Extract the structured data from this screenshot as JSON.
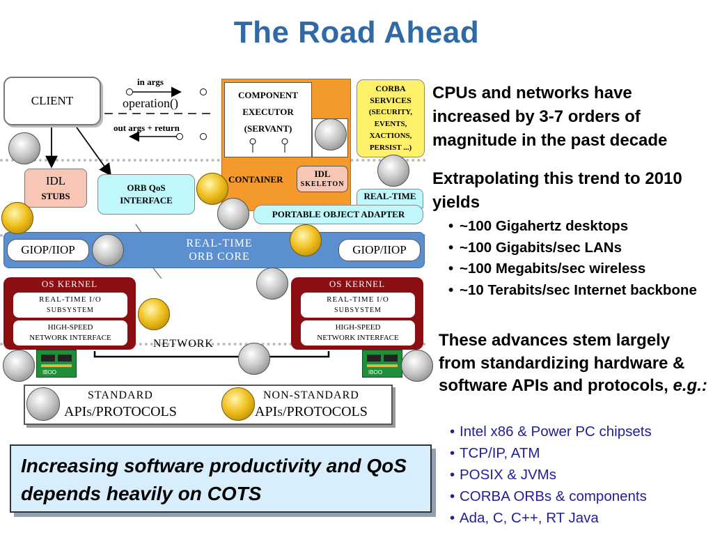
{
  "slide": {
    "title": "The Road Ahead"
  },
  "diagram": {
    "client": "CLIENT",
    "in_args": "in args",
    "operation": "operation()",
    "out_args": "out args + return",
    "component_line1": "COMPONENT",
    "component_line2": "EXECUTOR",
    "component_line3": "(SERVANT)",
    "corba_services": [
      "CORBA",
      "SERVICES",
      "(SECURITY,",
      "EVENTS,",
      "XACTIONS,",
      "PERSIST ...)"
    ],
    "container": "CONTAINER",
    "idl_skeleton_1": "IDL",
    "idl_skeleton_2": "SKELETON",
    "idl_stubs_1": "IDL",
    "idl_stubs_2": "STUBS",
    "orb_qos_1": "ORB QoS",
    "orb_qos_2": "INTERFACE",
    "realtime_small": "REAL-TIME",
    "poa": "PORTABLE OBJECT ADAPTER",
    "giop_left": "GIOP/IIOP",
    "giop_right": "GIOP/IIOP",
    "orb_core_1": "REAL-TIME",
    "orb_core_2": "ORB CORE",
    "os_kernel_left": "OS KERNEL",
    "os_kernel_right": "OS KERNEL",
    "rt_io_1": "REAL-TIME I/O",
    "rt_io_2": "SUBSYSTEM",
    "hs_net_1": "HIGH-SPEED",
    "hs_net_2": "NETWORK INTERFACE",
    "network": "NETWORK",
    "legend_standard_1": "STANDARD",
    "legend_standard_2": "APIs/PROTOCOLS",
    "legend_nonstandard_1": "NON-STANDARD",
    "legend_nonstandard_2": "APIs/PROTOCOLS",
    "chip_label_left": "IBOO",
    "chip_label_right": "IBOO"
  },
  "text": {
    "p1": "CPUs and networks have increased by 3-7 orders of magnitude in the past decade",
    "p2": "Extrapolating this trend to 2010 yields",
    "bullets1": [
      "~100 Gigahertz desktops",
      "~100 Gigabits/sec LANs",
      "~100 Megabits/sec wireless",
      "~10 Terabits/sec Internet backbone"
    ],
    "p3_main": "These advances stem largely from standardizing hardware & software APIs and protocols, ",
    "p3_eg": "e.g.:",
    "bullets2": [
      "Intel x86 & Power PC chipsets",
      "TCP/IP, ATM",
      "POSIX & JVMs",
      "CORBA ORBs & components",
      "Ada, C, C++, RT Java"
    ]
  },
  "callout": {
    "text": "Increasing software productivity and QoS depends heavily on COTS"
  },
  "colors": {
    "title": "#2f6aa6",
    "orb_band": "#5b8fd0",
    "os_kernel": "#8b0f12",
    "component": "#f49a2c",
    "corba": "#fff06a",
    "idl_stubs": "#f7c6b4",
    "cyan_box": "#bff7fb",
    "bullets2": "#20209a",
    "callout_bg": "#d9eefc"
  },
  "icons": {
    "silver_disc": "silver-disc-icon",
    "gold_disc": "gold-disc-icon",
    "circuit_board": "circuit-board-icon"
  }
}
